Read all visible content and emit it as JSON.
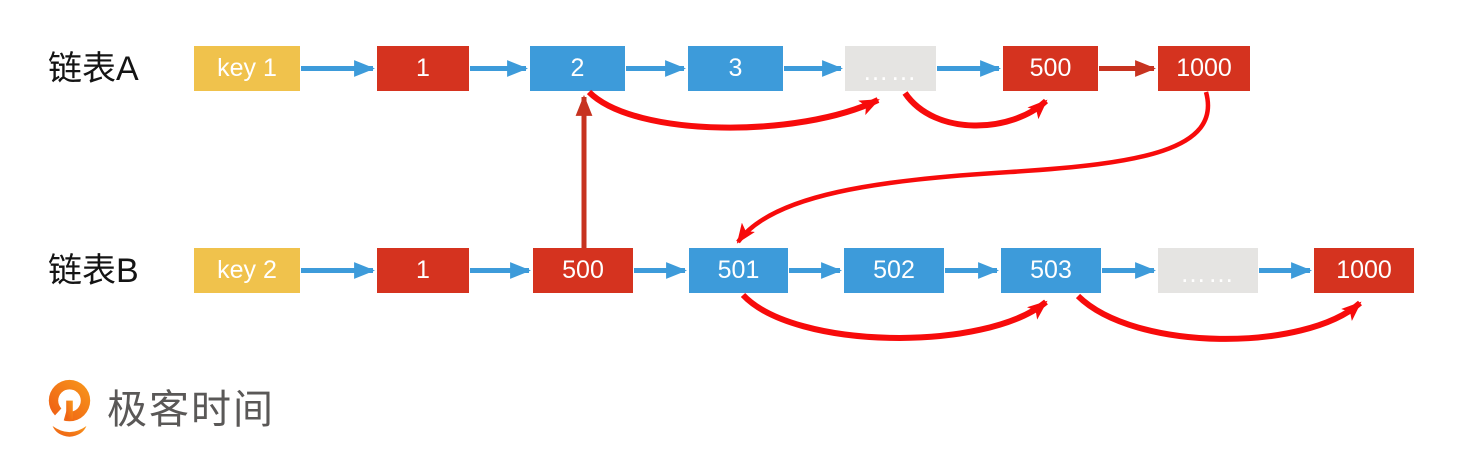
{
  "background": "#ffffff",
  "palette": {
    "node_red": "#d5331f",
    "node_blue": "#3d9bda",
    "node_yellow": "#f0c24c",
    "node_gray": "#e5e4e2",
    "node_text": "#ffffff",
    "arrow_blue": "#3d9bda",
    "arrow_red_bright": "#f70b0b",
    "arrow_red_dark": "#c73320",
    "row_label_color": "#141414",
    "logo_orange": "#f2731d",
    "logo_text_color": "#5a5857"
  },
  "lists": [
    {
      "label": "链表A",
      "nodes": [
        {
          "label": "key 1",
          "type": "yellow"
        },
        {
          "label": "1",
          "type": "red"
        },
        {
          "label": "2",
          "type": "blue"
        },
        {
          "label": "3",
          "type": "blue"
        },
        {
          "label": "……",
          "type": "gray"
        },
        {
          "label": "500",
          "type": "red"
        },
        {
          "label": "1000",
          "type": "red"
        }
      ]
    },
    {
      "label": "链表B",
      "nodes": [
        {
          "label": "key 2",
          "type": "yellow"
        },
        {
          "label": "1",
          "type": "red"
        },
        {
          "label": "500",
          "type": "red"
        },
        {
          "label": "501",
          "type": "blue"
        },
        {
          "label": "502",
          "type": "blue"
        },
        {
          "label": "503",
          "type": "blue"
        },
        {
          "label": "……",
          "type": "gray"
        },
        {
          "label": "1000",
          "type": "red"
        }
      ]
    }
  ],
  "connections": [
    {
      "from": "A.key1",
      "to": "A.1",
      "style": "straight",
      "color": "blue"
    },
    {
      "from": "A.1",
      "to": "A.2",
      "style": "straight",
      "color": "blue"
    },
    {
      "from": "A.2",
      "to": "A.3",
      "style": "straight",
      "color": "blue"
    },
    {
      "from": "A.3",
      "to": "A.dots",
      "style": "straight",
      "color": "blue"
    },
    {
      "from": "A.dots",
      "to": "A.500",
      "style": "straight",
      "color": "blue"
    },
    {
      "from": "A.500",
      "to": "A.1000",
      "style": "straight",
      "color": "dark-red"
    },
    {
      "from": "B.key2",
      "to": "B.1",
      "style": "straight",
      "color": "blue"
    },
    {
      "from": "B.1",
      "to": "B.500",
      "style": "straight",
      "color": "blue"
    },
    {
      "from": "B.500",
      "to": "B.501",
      "style": "straight",
      "color": "blue"
    },
    {
      "from": "B.501",
      "to": "B.502",
      "style": "straight",
      "color": "blue"
    },
    {
      "from": "B.502",
      "to": "B.503",
      "style": "straight",
      "color": "blue"
    },
    {
      "from": "B.503",
      "to": "B.dots",
      "style": "straight",
      "color": "blue"
    },
    {
      "from": "B.dots",
      "to": "B.1000",
      "style": "straight",
      "color": "blue"
    },
    {
      "from": "B.500",
      "to": "A.2",
      "style": "straight-vertical",
      "color": "dark-red"
    },
    {
      "from": "A.2",
      "to": "A.dots",
      "style": "curve",
      "color": "bright-red"
    },
    {
      "from": "A.dots",
      "to": "A.500",
      "style": "curve",
      "color": "bright-red"
    },
    {
      "from": "A.1000",
      "to": "B.501",
      "style": "curve",
      "color": "bright-red"
    },
    {
      "from": "B.501",
      "to": "B.503",
      "style": "curve",
      "color": "bright-red"
    },
    {
      "from": "B.503",
      "to": "B.1000",
      "style": "curve",
      "color": "bright-red"
    }
  ],
  "logo": {
    "brand": "极客时间"
  }
}
